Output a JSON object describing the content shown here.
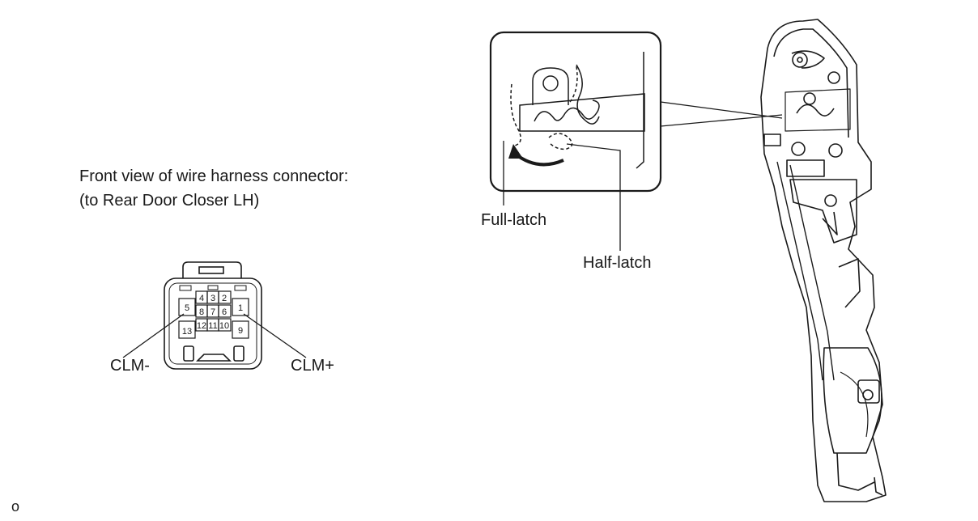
{
  "caption": {
    "line1": "Front view of wire harness connector:",
    "line2": "(to Rear Door Closer LH)"
  },
  "connector": {
    "pins": [
      {
        "id": "p1",
        "label": "1"
      },
      {
        "id": "p2",
        "label": "2"
      },
      {
        "id": "p3",
        "label": "3"
      },
      {
        "id": "p4",
        "label": "4"
      },
      {
        "id": "p5",
        "label": "5"
      },
      {
        "id": "p6",
        "label": "6"
      },
      {
        "id": "p7",
        "label": "7"
      },
      {
        "id": "p8",
        "label": "8"
      },
      {
        "id": "p9",
        "label": "9"
      },
      {
        "id": "p10",
        "label": "10"
      },
      {
        "id": "p11",
        "label": "11"
      },
      {
        "id": "p12",
        "label": "12"
      },
      {
        "id": "p13",
        "label": "13"
      }
    ],
    "terminals": {
      "minus": "CLM-",
      "plus": "CLM+"
    }
  },
  "latch": {
    "full_latch": "Full-latch",
    "half_latch": "Half-latch"
  },
  "footer": {
    "code": "o"
  }
}
